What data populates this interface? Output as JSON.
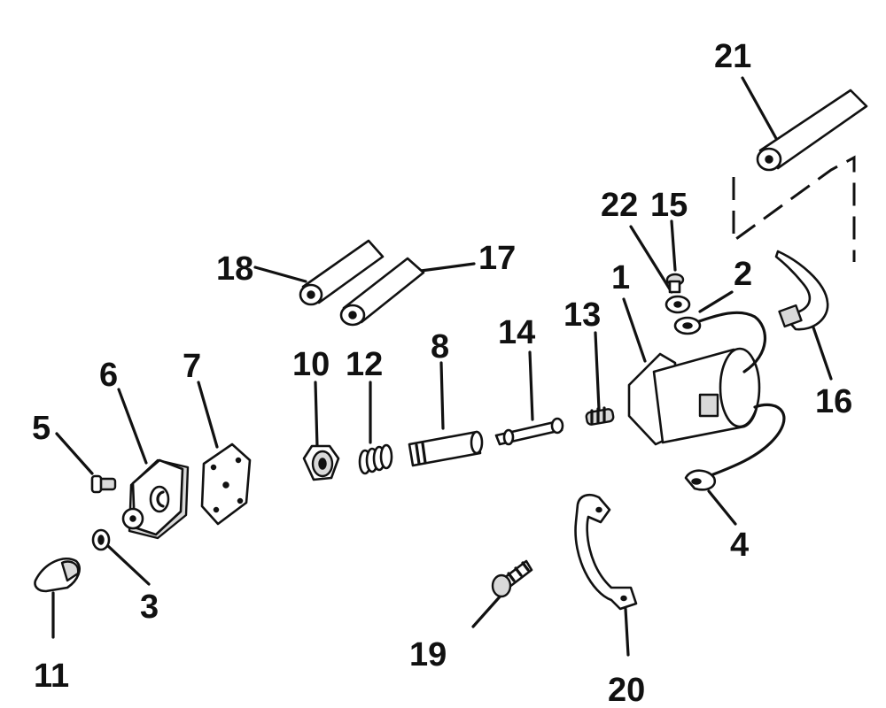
{
  "labels": {
    "l1": "1",
    "l2": "2",
    "l3": "3",
    "l4": "4",
    "l5": "5",
    "l6": "6",
    "l7": "7",
    "l8": "8",
    "l10": "10",
    "l11": "11",
    "l12": "12",
    "l13": "13",
    "l14": "14",
    "l15": "15",
    "l16": "16",
    "l17": "17",
    "l18": "18",
    "l19": "19",
    "l20": "20",
    "l21": "21",
    "l22": "22"
  }
}
